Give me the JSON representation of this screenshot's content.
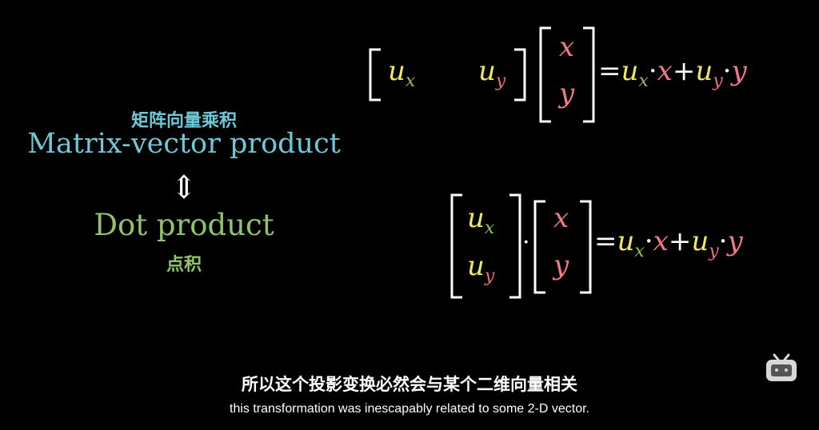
{
  "left_panel": {
    "matrix_vector_cn": "矩阵向量乘积",
    "matrix_vector_en": "Matrix-vector product",
    "equivalence_symbol": "⇕",
    "dot_product_en": "Dot product",
    "dot_product_cn": "点积"
  },
  "equation_top": {
    "row_vector": [
      "u_x",
      "u_y"
    ],
    "column_vector": [
      "x",
      "y"
    ],
    "rhs": "=u_x·x+u_y·y"
  },
  "equation_bottom": {
    "column_vector_u": [
      "u_x",
      "u_y"
    ],
    "dot": "·",
    "column_vector_xy": [
      "x",
      "y"
    ],
    "rhs": "=u_x·x+u_y·y"
  },
  "subtitles": {
    "cn": "所以这个投影变换必然会与某个二维向量相关",
    "en": "this transformation was inescapably related to some 2-D vector."
  },
  "watermark": {
    "icon": "tv-logo-icon"
  },
  "colors": {
    "background": "#000000",
    "matrix_vector_label": "#6fc8d8",
    "dot_product_label": "#90c46a",
    "ux": "#f0e860",
    "uy": "#f0e860",
    "sub_x": "#8fbf5a",
    "sub_y": "#e8707a",
    "xy": "#f07a85",
    "white": "#ffffff"
  }
}
